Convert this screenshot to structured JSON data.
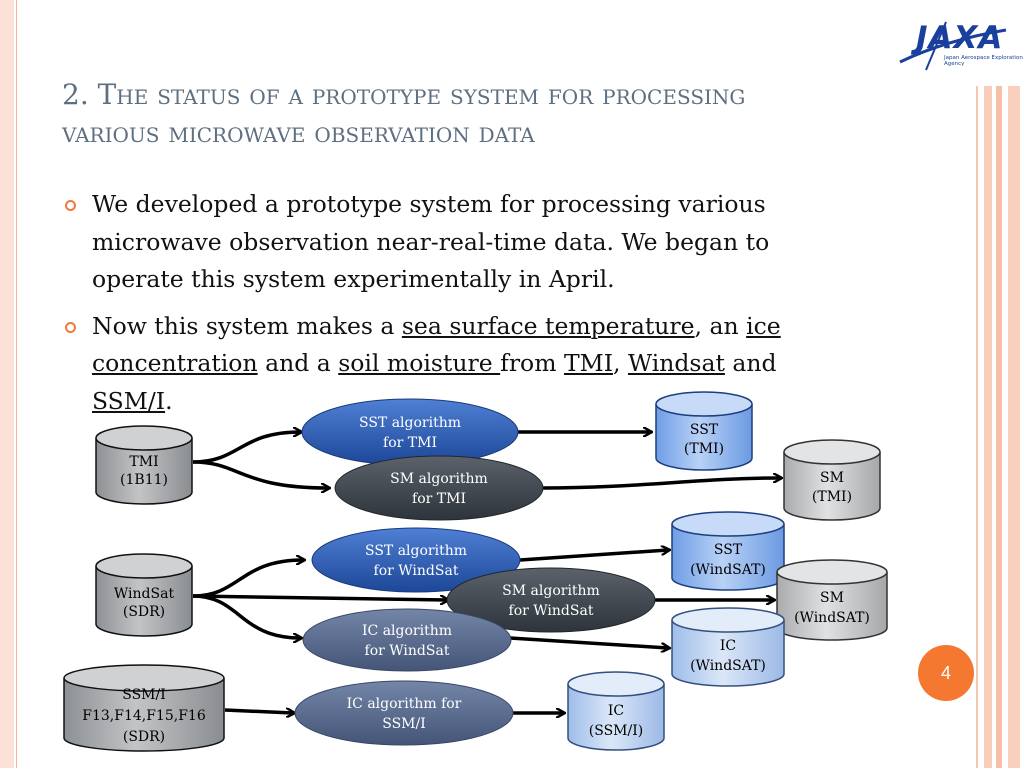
{
  "logo": {
    "text": "JAXA",
    "subtitle": "Japan Aerospace Exploration Agency"
  },
  "title": {
    "line1": "2. The status of a prototype system for processing",
    "line2": "various microwave observation data"
  },
  "bullet1": "We developed a prototype system for processing various microwave observation near-real-time data. We began to operate this system experimentally in April.",
  "bullet2": {
    "p1": "Now this system makes a ",
    "sst": "sea surface temperature",
    "p2": ", an ",
    "ice": "ice concentration",
    "p3": " and a ",
    "soil": "soil moisture ",
    "p4": "from ",
    "tmi": "TMI",
    "p5": ", ",
    "windsat": "Windsat",
    "p6": " and ",
    "ssmi": "SSM/I",
    "p7": "."
  },
  "sources": {
    "tmi": {
      "l1": "TMI",
      "l2": "(1B11)"
    },
    "windsat": {
      "l1": "WindSat",
      "l2": "(SDR)"
    },
    "ssmi": {
      "l1": "SSM/I",
      "l2": "F13,F14,F15,F16",
      "l3": "(SDR)"
    }
  },
  "algorithms": {
    "sst_tmi": {
      "l1": "SST algorithm",
      "l2": "for TMI"
    },
    "sm_tmi": {
      "l1": "SM algorithm",
      "l2": "for TMI"
    },
    "sst_windsat": {
      "l1": "SST algorithm",
      "l2": "for WindSat"
    },
    "sm_windsat": {
      "l1": "SM algorithm",
      "l2": "for WindSat"
    },
    "ic_windsat": {
      "l1": "IC algorithm",
      "l2": "for WindSat"
    },
    "ic_ssmi": {
      "l1": "IC algorithm for",
      "l2": "SSM/I"
    }
  },
  "outputs": {
    "sst_tmi": {
      "l1": "SST",
      "l2": "(TMI)"
    },
    "sm_tmi": {
      "l1": "SM",
      "l2": "(TMI)"
    },
    "sst_windsat": {
      "l1": "SST",
      "l2": "(WindSAT)"
    },
    "sm_windsat": {
      "l1": "SM",
      "l2": "(WindSAT)"
    },
    "ic_windsat": {
      "l1": "IC",
      "l2": "(WindSAT)"
    },
    "ic_ssmi": {
      "l1": "IC",
      "l2": "(SSM/I)"
    }
  },
  "page_number": "4",
  "colors": {
    "accent": "#f4782f",
    "sst_blue": "#2d5fb8",
    "sm_dark": "#3d4550",
    "ic_slate": "#56698f",
    "out_blue": "#c9dcf5",
    "out_gray": "#c9cbcd",
    "src_gray": "#a8abae"
  }
}
